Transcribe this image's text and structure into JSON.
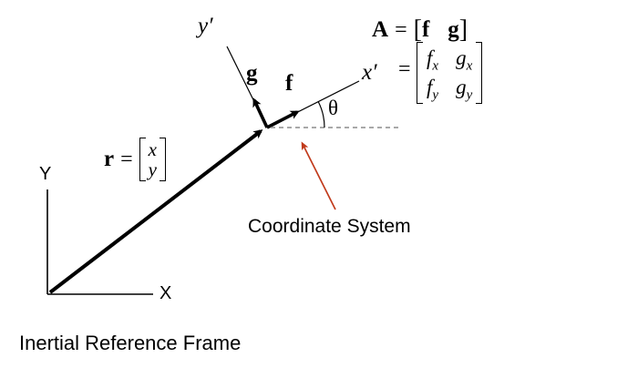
{
  "labels": {
    "inertial_y_axis": "Y",
    "inertial_x_axis": "X",
    "inertial_caption": "Inertial Reference Frame",
    "coordinate_annotation": "Coordinate System",
    "x_prime_axis": "x′",
    "y_prime_axis": "y′",
    "f_vector": "f",
    "g_vector": "g",
    "theta": "θ"
  },
  "r_equation": {
    "lhs": "r",
    "equals": "=",
    "vector_top": "x",
    "vector_bottom": "y"
  },
  "a_equation": {
    "lhs": "A",
    "equals1": "=",
    "open_bracket": "[",
    "f": "f",
    "g": "g",
    "close_bracket": "]",
    "equals2": "=",
    "matrix": {
      "m11_base": "f",
      "m11_sub": "x",
      "m12_base": "g",
      "m12_sub": "x",
      "m21_base": "f",
      "m21_sub": "y",
      "m22_base": "g",
      "m22_sub": "y"
    }
  },
  "colors": {
    "ink": "#000000",
    "annotation_arrow": "#C13A1B",
    "dashed_reference": "#8C8C8C",
    "background": "#FFFFFF"
  }
}
